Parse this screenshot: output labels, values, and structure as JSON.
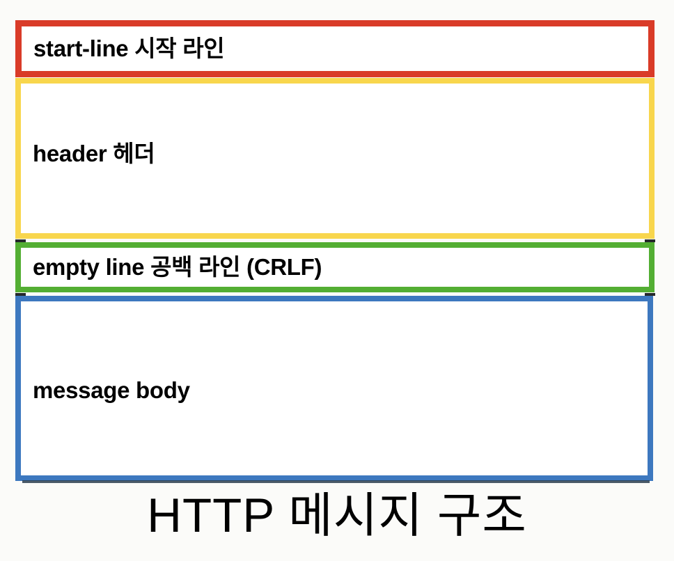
{
  "diagram": {
    "title": "HTTP 메시지 구조",
    "background_color": "#fbfbf9",
    "sections": [
      {
        "key": "start_line",
        "label": "start-line 시작 라인",
        "border_color": "#d93b28",
        "color_name": "red"
      },
      {
        "key": "header",
        "label": "header 헤더",
        "border_color": "#f8d64d",
        "color_name": "yellow"
      },
      {
        "key": "empty_line",
        "label": "empty line 공백 라인 (CRLF)",
        "border_color": "#53ae33",
        "color_name": "green"
      },
      {
        "key": "message_body",
        "label": "message body",
        "border_color": "#3d78bf",
        "color_name": "blue"
      }
    ]
  }
}
